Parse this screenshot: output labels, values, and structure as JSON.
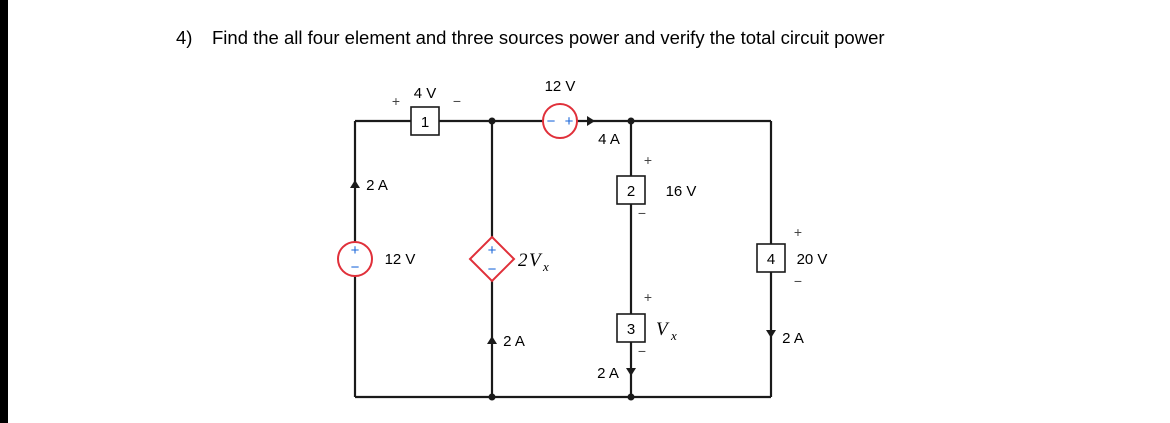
{
  "question": {
    "number": "4)",
    "text": "Find the all four element and three sources power and verify the total circuit power"
  },
  "circuit": {
    "element_1": {
      "id": "1",
      "voltage": "4 V",
      "plus": "+",
      "minus": "−"
    },
    "element_2": {
      "id": "2",
      "voltage": "16 V",
      "plus": "+",
      "minus": "−"
    },
    "element_3": {
      "id": "3",
      "plus": "+",
      "minus": "−"
    },
    "element_4": {
      "id": "4",
      "voltage": "20 V",
      "plus": "+",
      "minus": "−"
    },
    "source_top": {
      "voltage": "12 V",
      "minus": "−",
      "plus": "+"
    },
    "source_left": {
      "voltage": "12 V",
      "plus": "+",
      "minus": "−"
    },
    "source_dependent": {
      "coef": "2",
      "var": "V",
      "sub": "x",
      "plus": "+",
      "minus": "−"
    },
    "vx_label": {
      "var": "V",
      "sub": "x"
    },
    "currents": {
      "top_branch": "4 A",
      "left_branch": "2 A",
      "dependent_branch": "2 A",
      "middle_branch": "2 A",
      "right_branch": "2 A"
    }
  }
}
